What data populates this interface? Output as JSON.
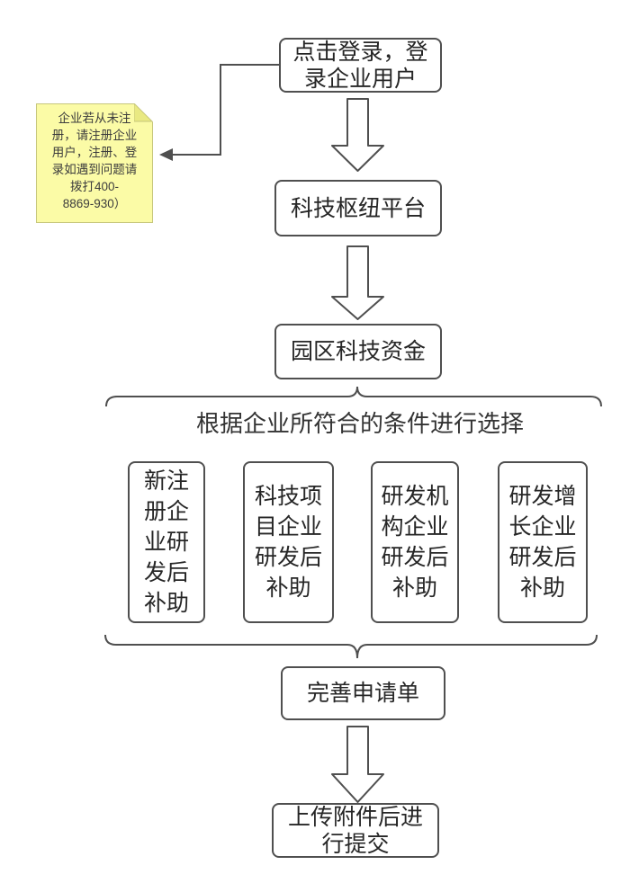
{
  "colors": {
    "line": "#4f4f4f",
    "text": "#262626",
    "note_fill": "#fbfba6",
    "note_fold": "#e9e982",
    "note_border": "#c6c67c",
    "background": "#ffffff"
  },
  "flow": {
    "step1": {
      "label": "点击登录，登\n录企业用户"
    },
    "note": {
      "text": "企业若从未注\n册，请注册企业\n用户，注册、登\n录如遇到问题请\n拨打400-\n8869-930）"
    },
    "step2": {
      "label": "科技枢纽平台"
    },
    "step3": {
      "label": "园区科技资金"
    },
    "selection_hint": "根据企业所符合的条件进行选择",
    "options": [
      {
        "label": "新注\n册企\n业研\n发后\n补助"
      },
      {
        "label": "科技项\n目企业\n研发后\n补助"
      },
      {
        "label": "研发机\n构企业\n研发后\n补助"
      },
      {
        "label": "研发增\n长企业\n研发后\n补助"
      }
    ],
    "step4": {
      "label": "完善申请单"
    },
    "step5": {
      "label": "上传附件后进\n行提交"
    }
  }
}
